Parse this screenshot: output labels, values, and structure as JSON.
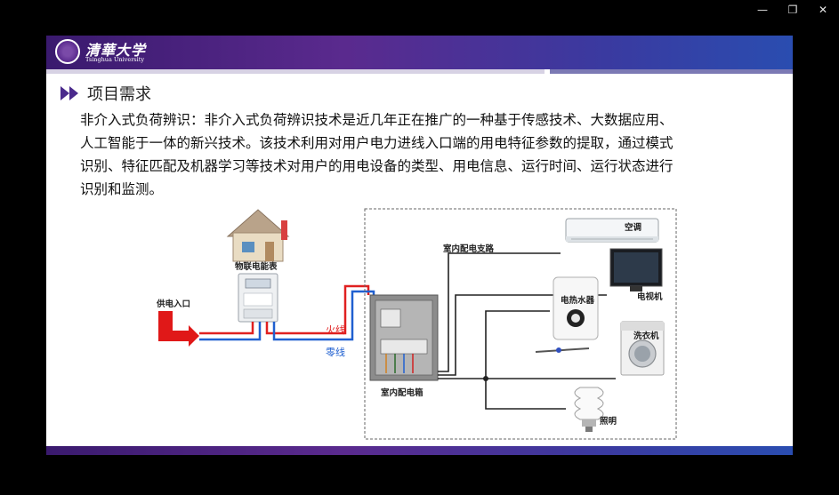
{
  "window": {
    "minimize_icon": "minimize-icon",
    "restore_icon": "restore-icon",
    "close_icon": "close-icon"
  },
  "header": {
    "logo_cn": "清華大学",
    "logo_en": "Tsinghua University"
  },
  "section": {
    "title": "项目需求",
    "paragraph_lines": [
      "非介入式负荷辨识：非介入式负荷辨识技术是近几年正在推广的一种基于传感技术、大数据应用、",
      "人工智能于一体的新兴技术。该技术利用对用户电力进线入口端的用电特征参数的提取，通过模式",
      "识别、特征匹配及机器学习等技术对用户的用电设备的类型、用电信息、运行时间、运行状态进行",
      "识别和监测。"
    ]
  },
  "diagram": {
    "meter_label": "物联电能表",
    "supply_label": "供电入口",
    "live_wire": "火线",
    "neutral_wire": "零线",
    "branch_label": "室内配电支路",
    "box_label": "室内配电箱",
    "devices": {
      "ac": "空调",
      "tv": "电视机",
      "heater": "电热水器",
      "washer": "洗衣机",
      "lighting": "照明"
    },
    "colors": {
      "live": "#e02020",
      "neutral": "#2060d0",
      "arrow": "#e01818"
    }
  }
}
